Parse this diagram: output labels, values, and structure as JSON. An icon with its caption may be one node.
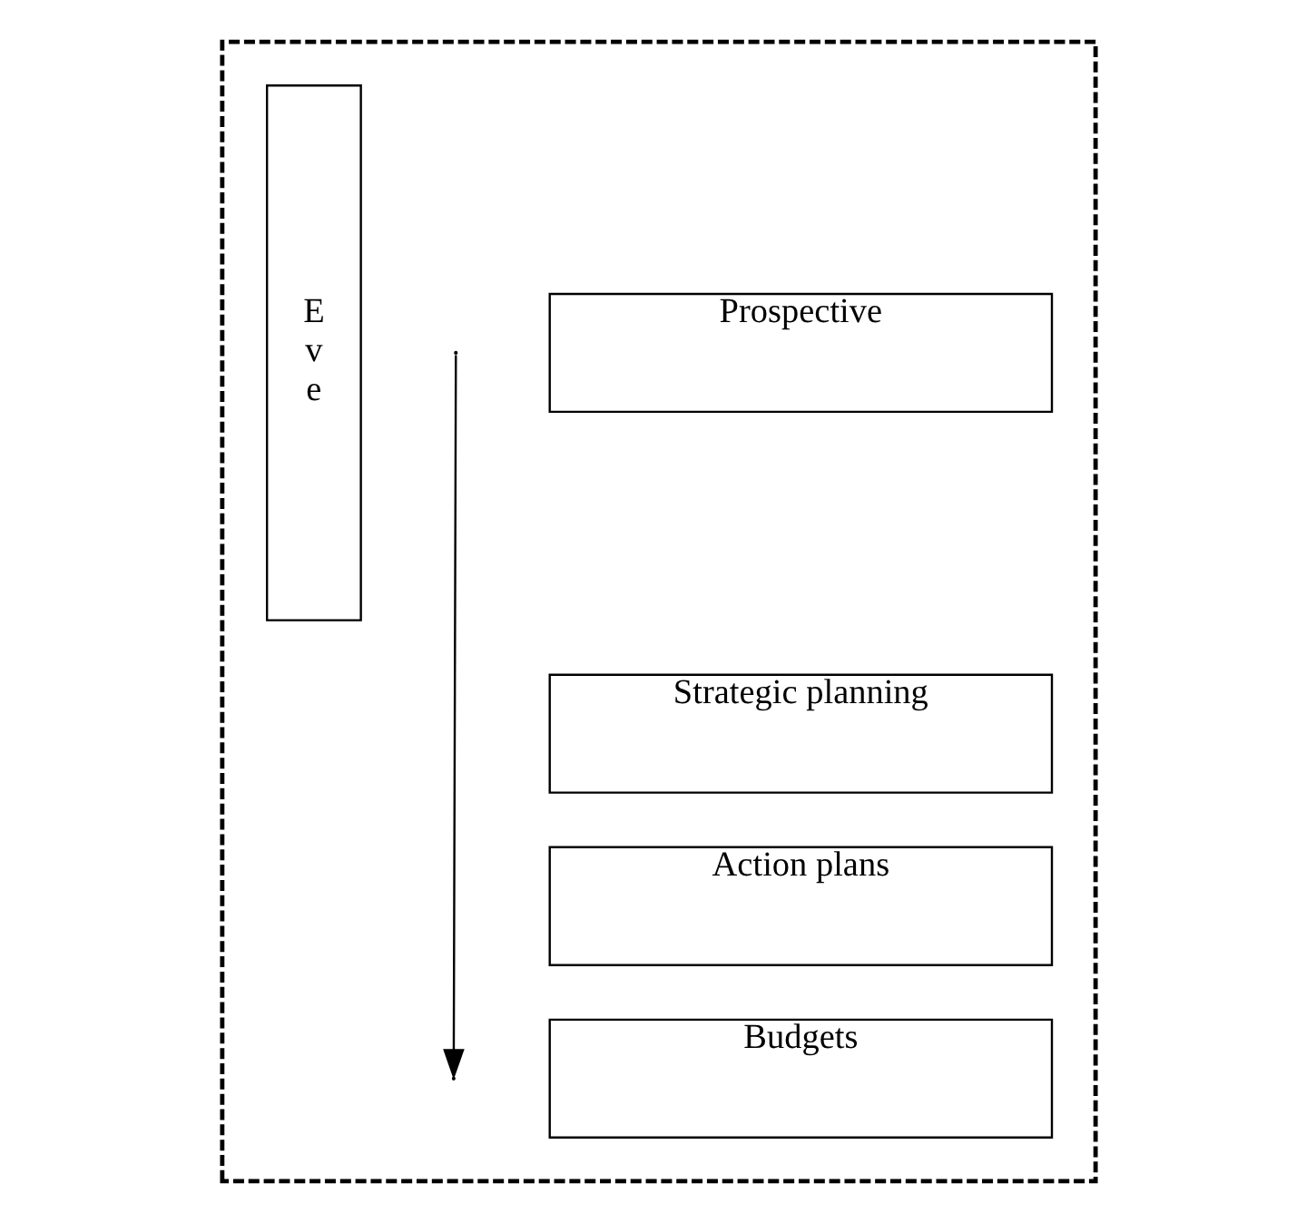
{
  "diagram": {
    "nodes": [
      {
        "text": [],
        "shape": "box"
      },
      {
        "text": [
          "Prospective"
        ],
        "in": 0
      },
      {
        "text": [
          "Strategic planning"
        ],
        "in": 0
      },
      {
        "text": [
          "Action plans"
        ],
        "in": 0
      },
      {
        "text": [
          "Budgets"
        ],
        "in": 0
      },
      {
        "text": [
          "E v e"
        ],
        "in": 0
      }
    ]
  }
}
